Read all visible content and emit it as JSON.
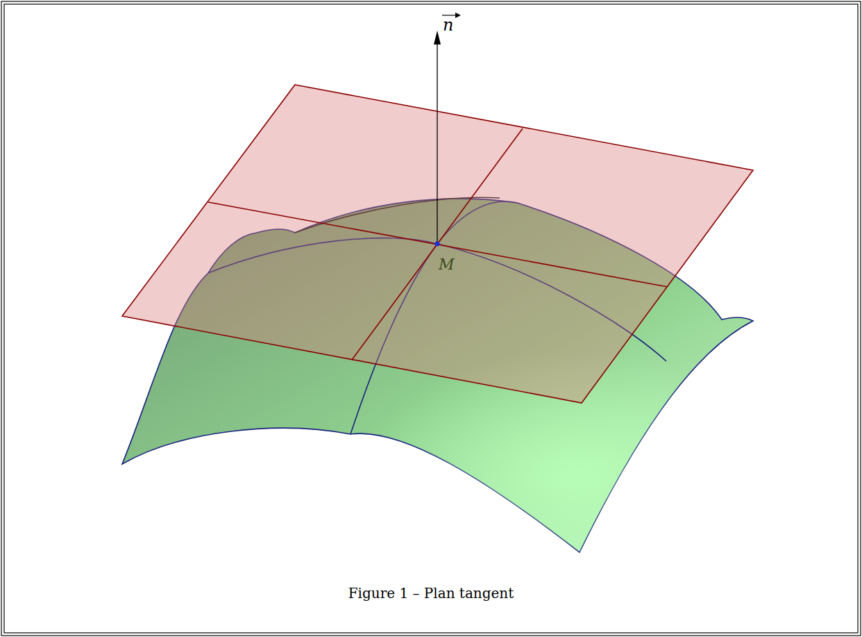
{
  "diagram": {
    "caption": "Figure 1 – Plan tangent",
    "labels": [
      "n",
      "M"
    ]
  }
}
